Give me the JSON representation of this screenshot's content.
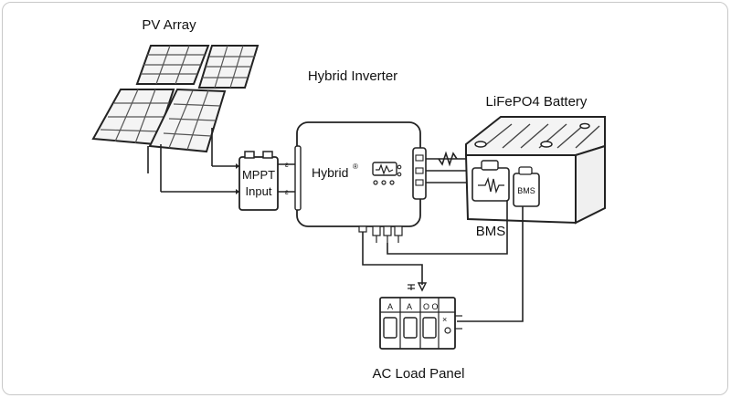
{
  "labels": {
    "pv_array": "PV Array",
    "hybrid_inverter": "Hybrid Inverter",
    "battery": "LiFePO4 Battery",
    "mppt_line1": "MPPT",
    "mppt_line2": "Input",
    "inverter_brand": "Hybrid",
    "inverter_reg": "®",
    "bms_on_battery": "BMS",
    "bms_label": "BMS",
    "ac_panel": "AC Load Panel",
    "breaker_a1": "A",
    "breaker_a2": "A",
    "breaker_o": "O O",
    "breaker_x": "×"
  }
}
